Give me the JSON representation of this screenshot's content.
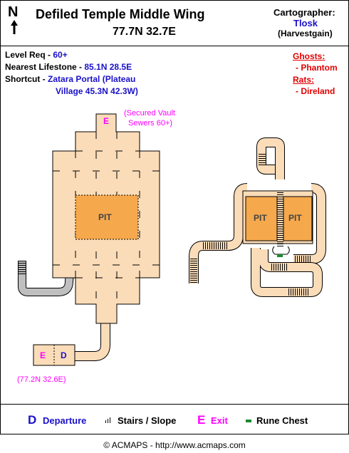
{
  "header": {
    "north": "N",
    "title": "Defiled Temple Middle Wing",
    "coords": "77.7N 32.7E",
    "cartographer_label": "Cartographer:",
    "cartographer_name": "Tlosk",
    "cartographer_alias": "(Harvestgain)"
  },
  "info": {
    "level_label": "Level Req",
    "level_value": "60+",
    "lifestone_label": "Nearest Lifestone",
    "lifestone_value": "85.1N 28.5E",
    "shortcut_label": "Shortcut",
    "shortcut_value_line1": "Zatara Portal (Plateau",
    "shortcut_value_line2": "Village 45.3N 42.3W)"
  },
  "monsters": {
    "ghosts_label": "Ghosts:",
    "ghosts_item": "- Phantom",
    "rats_label": "Rats:",
    "rats_item": "- Direland"
  },
  "map": {
    "exit_top_label": "E",
    "exit_top_note_line1": "(Secured Vault",
    "exit_top_note_line2": "Sewers 60+)",
    "pit_main": "PIT",
    "pit_left": "PIT",
    "pit_right": "PIT",
    "entry_exit_label": "E",
    "entry_departure_label": "D",
    "entry_coords": "(77.2N 32.6E)",
    "colors": {
      "floor": "#fbdcb8",
      "pit": "#f5a84c",
      "outline": "#000000",
      "ramp": "#bfbfbf",
      "chest": "#1a8a2e"
    }
  },
  "legend": {
    "departure_symbol": "D",
    "departure_label": "Departure",
    "stairs_label": "Stairs / Slope",
    "exit_symbol": "E",
    "exit_label": "Exit",
    "chest_label": "Rune Chest"
  },
  "footer": {
    "copyright": "© ACMAPS - http://www.acmaps.com"
  }
}
